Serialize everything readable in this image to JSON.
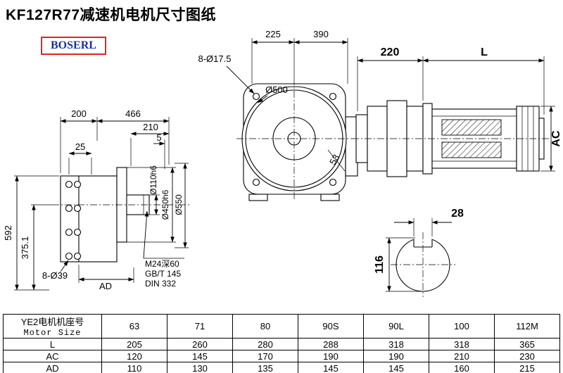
{
  "title": "KF127R77减速机电机尺寸图纸",
  "brand": "BOSERL",
  "front_view": {
    "dim_top_left": "225",
    "dim_top_right": "390",
    "bolt_holes": "8-Ø17.5",
    "main_diameter": "Ø500",
    "dim_angle": "53"
  },
  "motor_view": {
    "dim_adapter": "220",
    "dim_motor_length": "L",
    "dim_motor_diameter": "AC"
  },
  "shaft_view": {
    "keyway_width": "28",
    "shaft_height": "116"
  },
  "side_view": {
    "dim_200": "200",
    "dim_466": "466",
    "dim_210": "210",
    "dim_5": "5",
    "dim_25": "25",
    "dim_592": "592",
    "dim_375_1": "375.1",
    "bolt_holes": "8-Ø39",
    "dim_ad": "AD",
    "shaft_dia": "Ø110h6",
    "spigot_dia": "Ø450h6",
    "flange_dia": "Ø550",
    "note_tap": "M24深60",
    "note_std1": "GB/T 145",
    "note_std2": "DIN 332"
  },
  "table": {
    "header": {
      "label_cn": "YE2电机机座号",
      "label_en": "Motor Size",
      "sizes": [
        "63",
        "71",
        "80",
        "90S",
        "90L",
        "100",
        "112M"
      ]
    },
    "rows": [
      {
        "label": "L",
        "values": [
          "205",
          "260",
          "280",
          "288",
          "318",
          "318",
          "365"
        ]
      },
      {
        "label": "AC",
        "values": [
          "120",
          "145",
          "170",
          "190",
          "190",
          "210",
          "230"
        ]
      },
      {
        "label": "AD",
        "values": [
          "110",
          "130",
          "135",
          "145",
          "145",
          "160",
          "215"
        ]
      }
    ]
  }
}
